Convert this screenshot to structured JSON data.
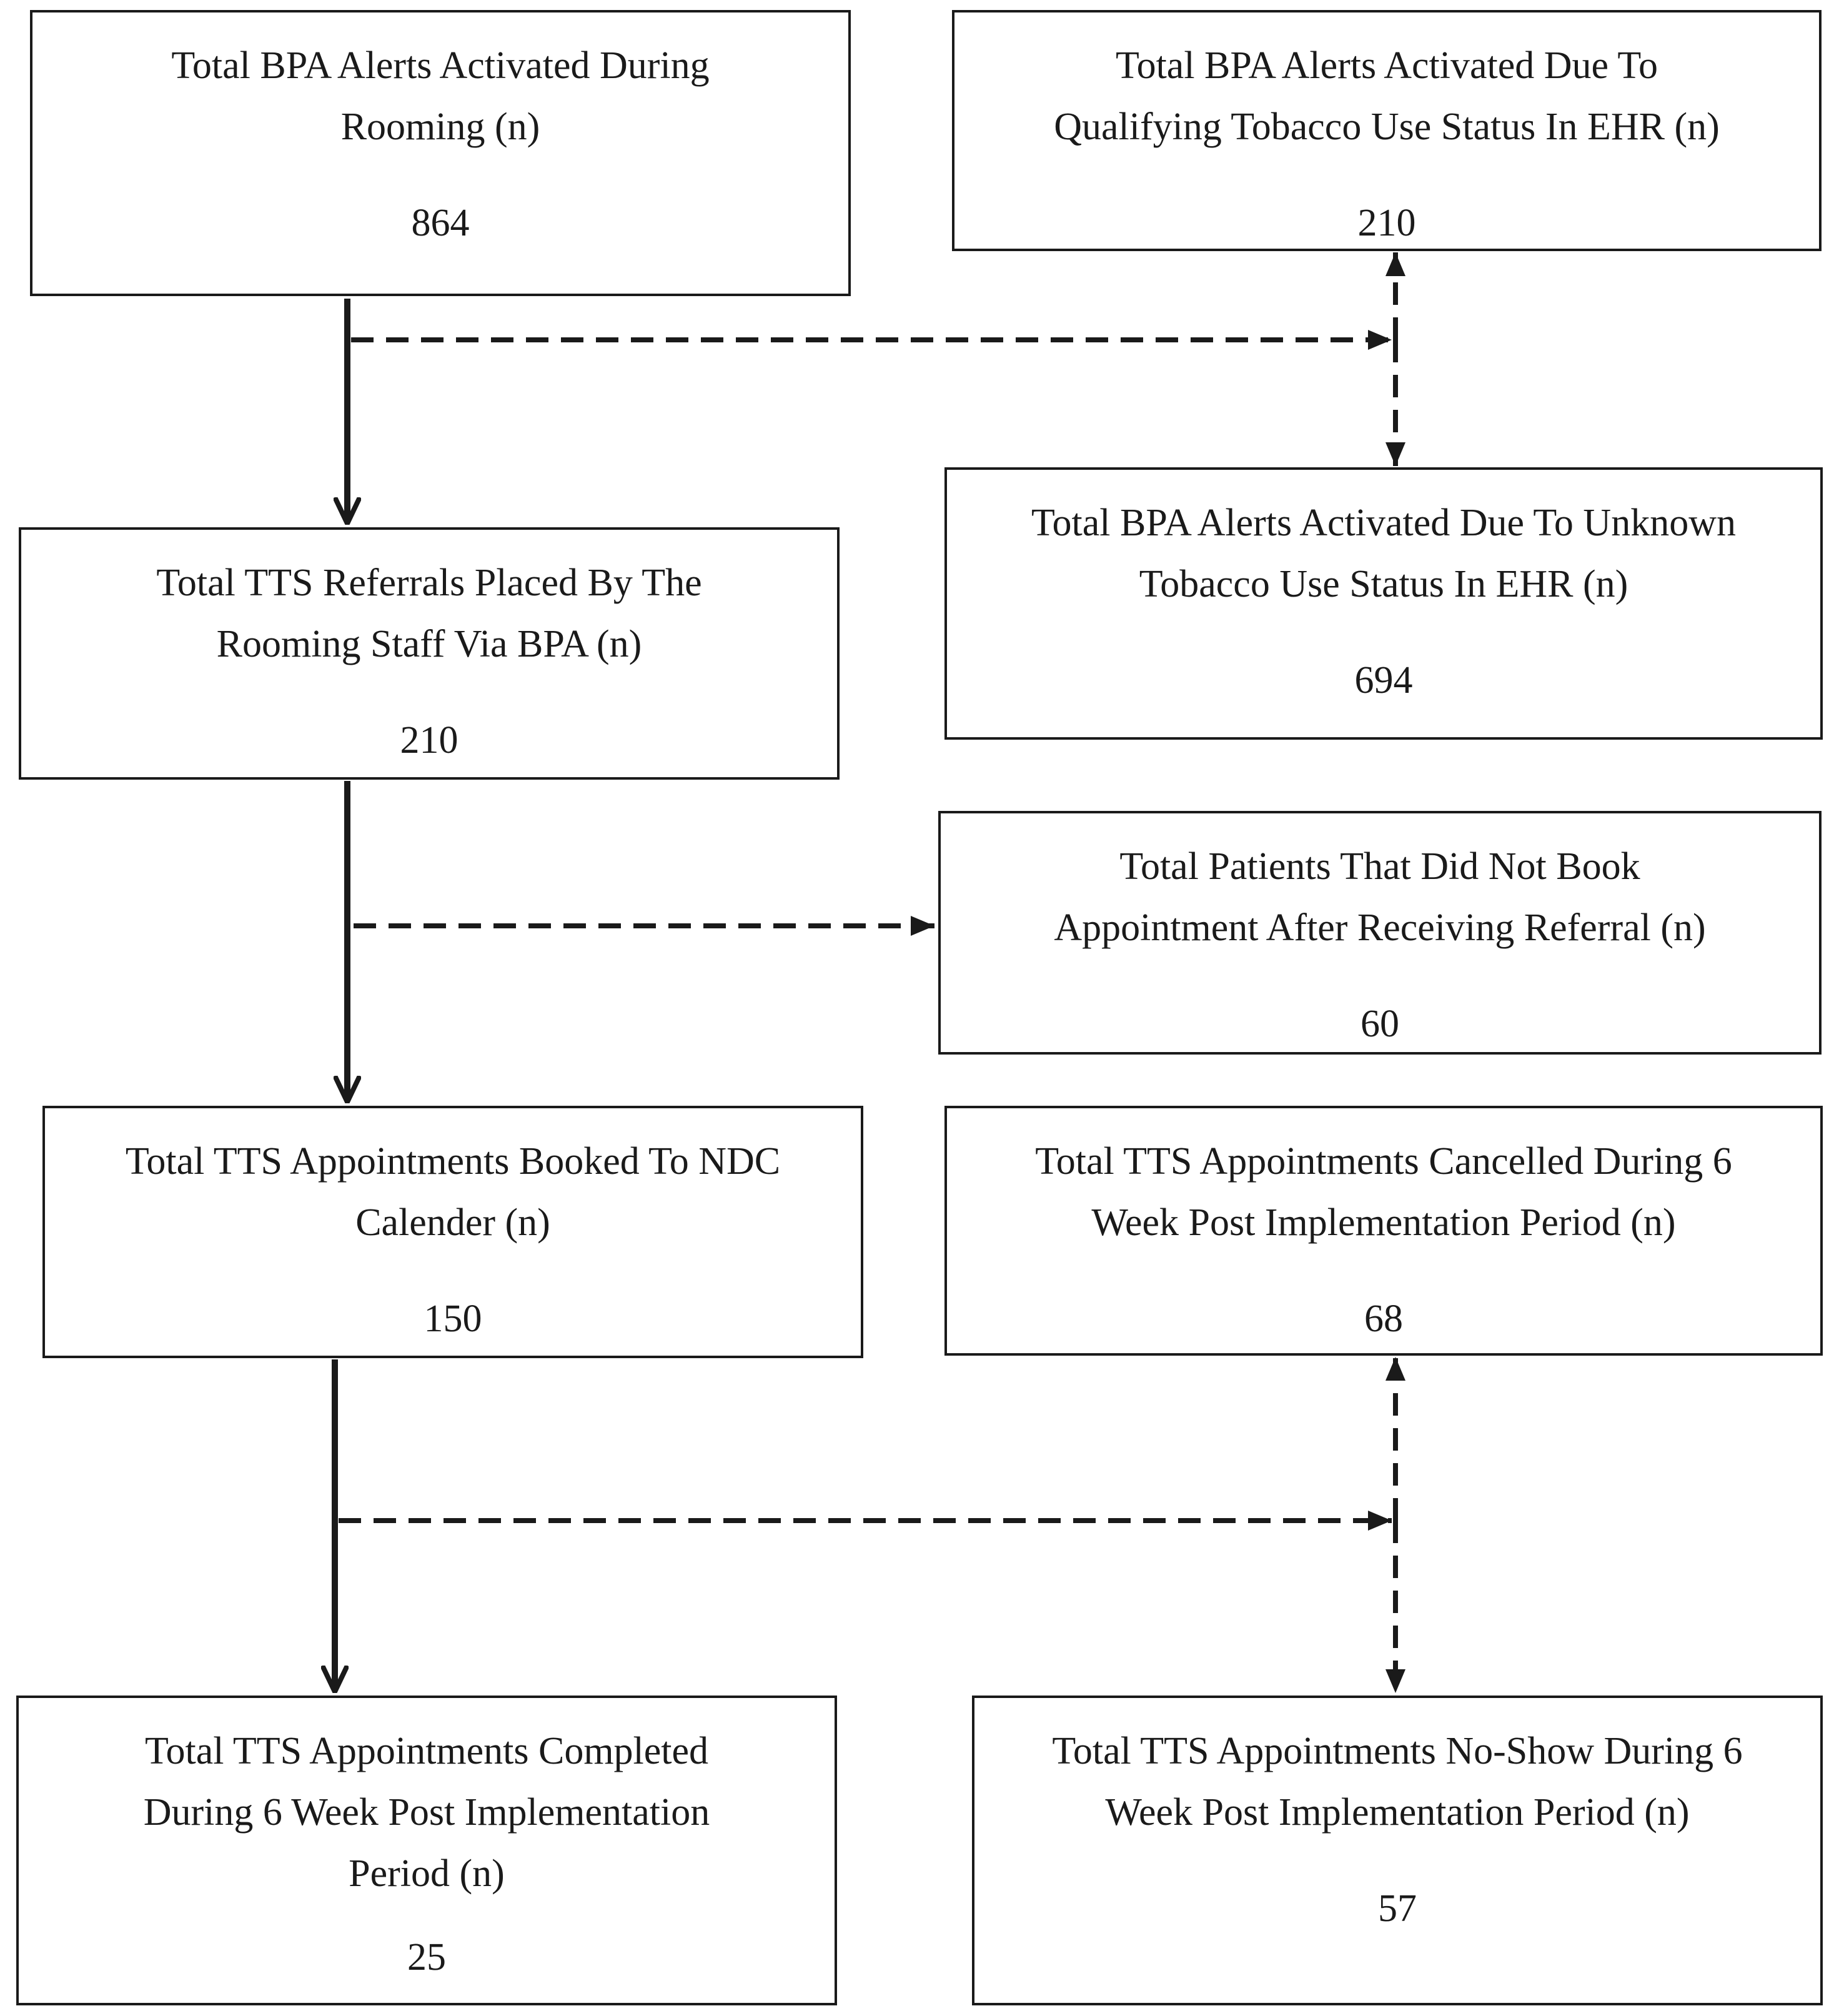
{
  "boxes": {
    "bpa_total": {
      "label": "Total BPA Alerts Activated During\nRooming (n)",
      "count": "864"
    },
    "bpa_qualifying": {
      "label": "Total BPA Alerts Activated Due To\nQualifying Tobacco Use Status In EHR (n)",
      "count": "210"
    },
    "bpa_unknown": {
      "label": "Total BPA Alerts Activated Due To Unknown\nTobacco Use Status  In EHR (n)",
      "count": "694"
    },
    "tts_referrals": {
      "label": "Total TTS Referrals Placed By The\nRooming Staff Via BPA (n)",
      "count": "210"
    },
    "no_book": {
      "label": "Total Patients That Did Not Book\nAppointment After Receiving Referral (n)",
      "count": "60"
    },
    "tts_booked": {
      "label": "Total TTS Appointments Booked  To NDC\nCalender (n)",
      "count": "150"
    },
    "tts_cancelled": {
      "label": "Total TTS Appointments Cancelled During 6\nWeek Post Implementation  Period (n)",
      "count": "68"
    },
    "tts_completed": {
      "label": "Total TTS Appointments Completed\nDuring 6 Week Post Implementation\nPeriod (n)",
      "count": "25"
    },
    "tts_noshow": {
      "label": "Total TTS Appointments No-Show During 6\nWeek Post Implementation  Period (n)",
      "count": "57"
    }
  },
  "colors": {
    "line": "#1a1a1a",
    "background": "#ffffff"
  }
}
